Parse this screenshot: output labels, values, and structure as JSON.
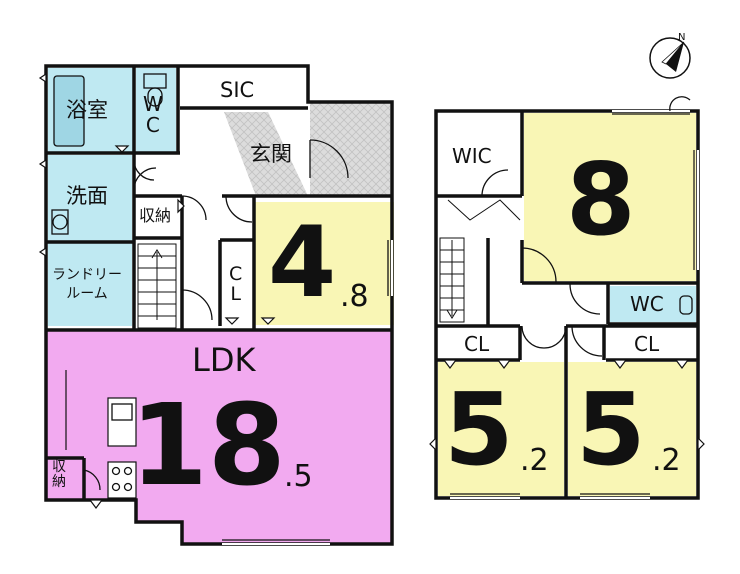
{
  "first_floor": {
    "rooms": {
      "bath": "浴室",
      "wc": "W\nC",
      "sic": "SIC",
      "entrance": "玄関",
      "washroom": "洗面",
      "storage_upper": "収納",
      "laundry": "ランドリー\nルーム",
      "closet": "C\nL",
      "ldk": "LDK",
      "storage_lower": "収\n納"
    },
    "room_sizes": {
      "western_room": {
        "whole": "4",
        "decimal": ".8"
      },
      "ldk": {
        "whole": "18",
        "decimal": ".5"
      }
    }
  },
  "second_floor": {
    "rooms": {
      "wic": "WIC",
      "wc": "WC",
      "cl_left": "CL",
      "cl_right": "CL"
    },
    "room_sizes": {
      "main_bedroom": {
        "whole": "8"
      },
      "bedroom_left": {
        "whole": "5",
        "decimal": ".2"
      },
      "bedroom_right": {
        "whole": "5",
        "decimal": ".2"
      }
    }
  },
  "compass": {
    "label": "N"
  },
  "colors": {
    "wet_area": "#bfe9f2",
    "room": "#f9f6b5",
    "ldk": "#f2aaf0",
    "entrance_tile": "#dcdcdc",
    "wall": "#111111"
  }
}
